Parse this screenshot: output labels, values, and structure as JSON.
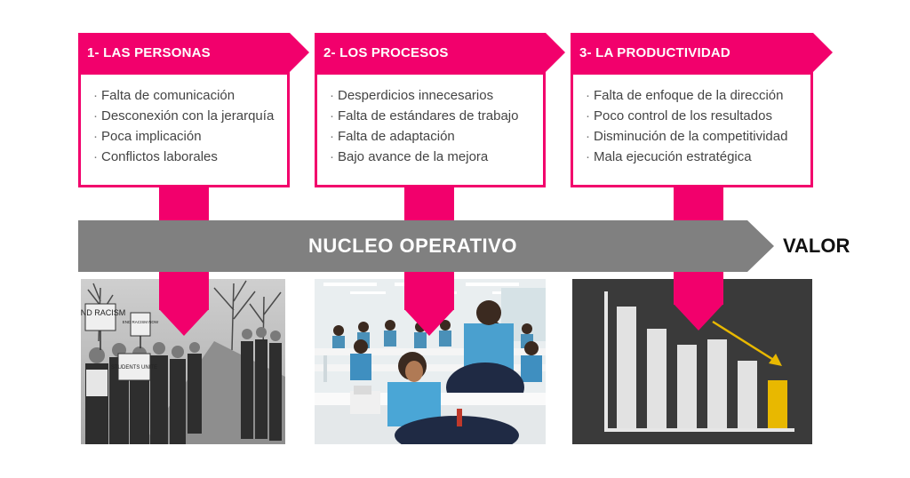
{
  "columns": [
    {
      "title": "1- LAS PERSONAS",
      "items": [
        "Falta de comunicación",
        "Desconexión con la jerarquía",
        "Poca implicación",
        "Conflictos laborales"
      ]
    },
    {
      "title": "2- LOS PROCESOS",
      "items": [
        "Desperdicios innecesarios",
        "Falta de estándares de trabajo",
        "Falta de adaptación",
        "Bajo avance de la mejora"
      ]
    },
    {
      "title": "3- LA PRODUCTIVIDAD",
      "items": [
        "Falta de enfoque de la dirección",
        "Poco control de los resultados",
        "Disminución de la competitividad",
        "Mala ejecución estratégica"
      ]
    }
  ],
  "band": {
    "label": "NUCLEO OPERATIVO",
    "outcome": "VALOR"
  },
  "photos": {
    "protest": {
      "signs": [
        "END RACISM",
        "END RACISM NOW",
        "STUDENTS UNITE"
      ]
    }
  },
  "bullet": "·",
  "colors": {
    "accent": "#f2006c",
    "band": "#808080",
    "chalkboard": "#3a3a3a",
    "highlight_bar": "#e8b800"
  }
}
